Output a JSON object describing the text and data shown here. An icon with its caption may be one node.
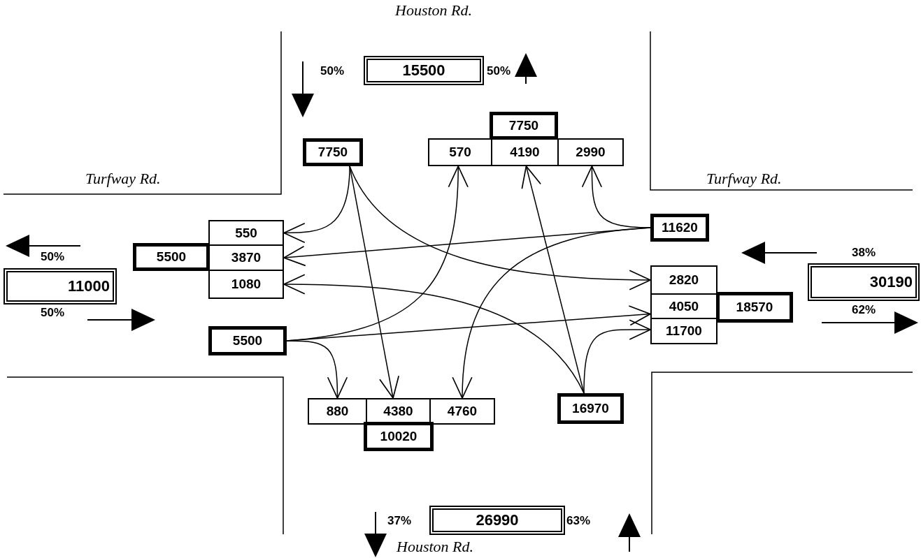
{
  "diagram": {
    "nodes": [
      {
        "text": [
          "15500"
        ],
        "beside": [
          "50%",
          "50%"
        ]
      },
      {
        "text": [
          "7750"
        ]
      },
      {
        "text": [
          "7750"
        ]
      },
      {
        "text": [
          "570"
        ]
      },
      {
        "text": [
          "4190"
        ]
      },
      {
        "text": [
          "2990"
        ]
      },
      {
        "text": [
          "11620"
        ]
      },
      {
        "text": [
          "550"
        ]
      },
      {
        "text": [
          "5500"
        ]
      },
      {
        "text": [
          "3870"
        ]
      },
      {
        "text": [
          "1080"
        ]
      },
      {
        "text": [
          "2820"
        ]
      },
      {
        "text": [
          "4050"
        ]
      },
      {
        "text": [
          "18570"
        ]
      },
      {
        "text": [
          "11700"
        ]
      },
      {
        "text": [
          "11000"
        ],
        "beside": [
          "50%",
          "50%"
        ]
      },
      {
        "text": [
          "30190"
        ],
        "beside": [
          "38%",
          "62%"
        ]
      },
      {
        "text": [
          "5500"
        ]
      },
      {
        "text": [
          "880"
        ]
      },
      {
        "text": [
          "4380"
        ]
      },
      {
        "text": [
          "4760"
        ]
      },
      {
        "text": [
          "16970"
        ]
      },
      {
        "text": [
          "10020"
        ]
      },
      {
        "text": [
          "26990"
        ],
        "beside": [
          "37%",
          "63%"
        ]
      }
    ],
    "edges": [
      {
        "from": 1,
        "to": 7,
        "arrow": "to"
      },
      {
        "from": 1,
        "to": 19,
        "arrow": "to"
      },
      {
        "from": 1,
        "to": 11,
        "arrow": "to"
      },
      {
        "from": 6,
        "to": 5,
        "arrow": "to"
      },
      {
        "from": 6,
        "to": 9,
        "arrow": "to"
      },
      {
        "from": 6,
        "to": 20,
        "arrow": "to"
      },
      {
        "from": 17,
        "to": 3,
        "arrow": "to"
      },
      {
        "from": 17,
        "to": 12,
        "arrow": "to"
      },
      {
        "from": 17,
        "to": 18,
        "arrow": "to"
      },
      {
        "from": 21,
        "to": 4,
        "arrow": "to"
      },
      {
        "from": 21,
        "to": 10,
        "arrow": "to"
      },
      {
        "from": 21,
        "to": 14,
        "arrow": "to"
      }
    ],
    "labels": [
      "Houston Rd.",
      "Turfway Rd.",
      "Turfway Rd.",
      "Houston Rd."
    ]
  }
}
